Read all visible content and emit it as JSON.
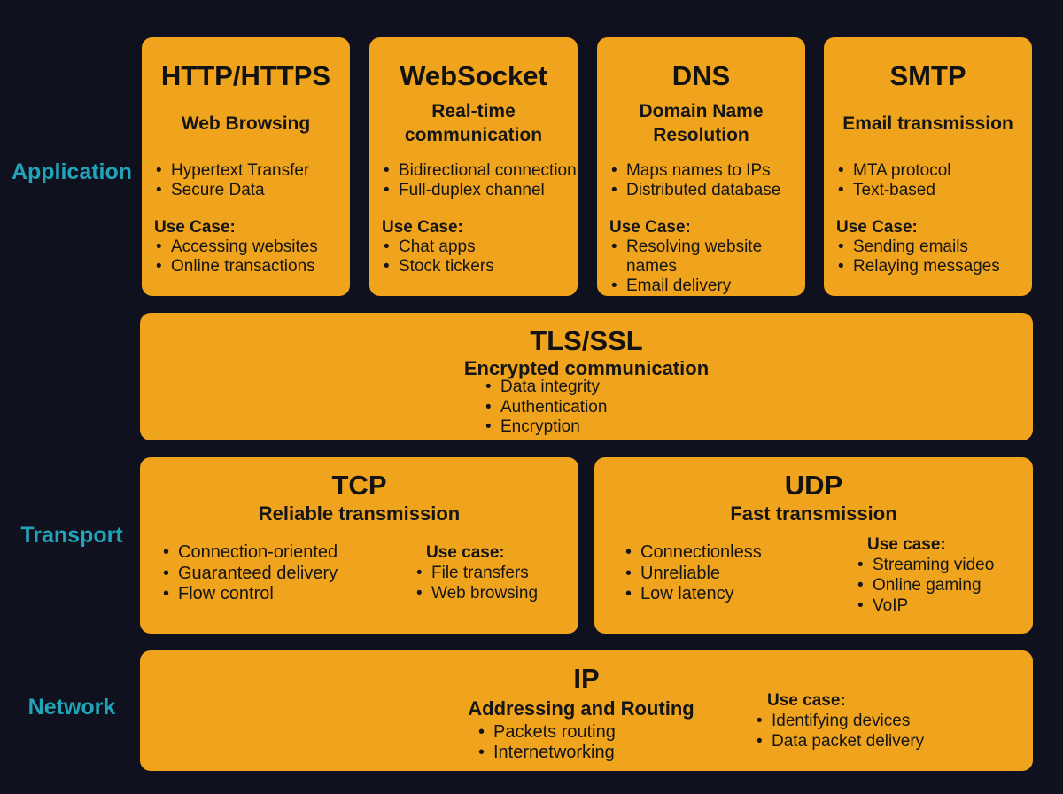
{
  "layers": {
    "application": "Application",
    "transport": "Transport",
    "network": "Network"
  },
  "application_protocols": [
    {
      "title": "HTTP/HTTPS",
      "subtitle": "Web Browsing",
      "features": [
        "Hypertext Transfer",
        "Secure Data"
      ],
      "use_case_label": "Use Case:",
      "use_cases": [
        "Accessing websites",
        "Online transactions"
      ]
    },
    {
      "title": "WebSocket",
      "subtitle": "Real-time communication",
      "features": [
        "Bidirectional connection",
        "Full-duplex channel"
      ],
      "use_case_label": "Use Case:",
      "use_cases": [
        "Chat apps",
        "Stock tickers"
      ]
    },
    {
      "title": "DNS",
      "subtitle": "Domain Name Resolution",
      "features": [
        "Maps names to IPs",
        "Distributed database"
      ],
      "use_case_label": "Use Case:",
      "use_cases": [
        "Resolving website names",
        "Email delivery"
      ]
    },
    {
      "title": "SMTP",
      "subtitle": "Email transmission",
      "features": [
        "MTA protocol",
        "Text-based"
      ],
      "use_case_label": "Use Case:",
      "use_cases": [
        "Sending emails",
        "Relaying messages"
      ]
    }
  ],
  "tls": {
    "title": "TLS/SSL",
    "subtitle": "Encrypted communication",
    "features": [
      "Data integrity",
      "Authentication",
      "Encryption"
    ]
  },
  "tcp": {
    "title": "TCP",
    "subtitle": "Reliable transmission",
    "features": [
      "Connection-oriented",
      "Guaranteed delivery",
      "Flow control"
    ],
    "use_case_label": "Use case:",
    "use_cases": [
      "File transfers",
      "Web browsing"
    ]
  },
  "udp": {
    "title": "UDP",
    "subtitle": "Fast transmission",
    "features": [
      "Connectionless",
      "Unreliable",
      "Low latency"
    ],
    "use_case_label": "Use case:",
    "use_cases": [
      "Streaming video",
      "Online gaming",
      "VoIP"
    ]
  },
  "ip": {
    "title": "IP",
    "subtitle": "Addressing and Routing",
    "features": [
      "Packets routing",
      "Internetworking"
    ],
    "use_case_label": "Use case:",
    "use_cases": [
      "Identifying devices",
      "Data packet delivery"
    ]
  },
  "colors": {
    "background": "#0f111f",
    "box": "#f0a31c",
    "layer_label": "#23a3b8"
  }
}
